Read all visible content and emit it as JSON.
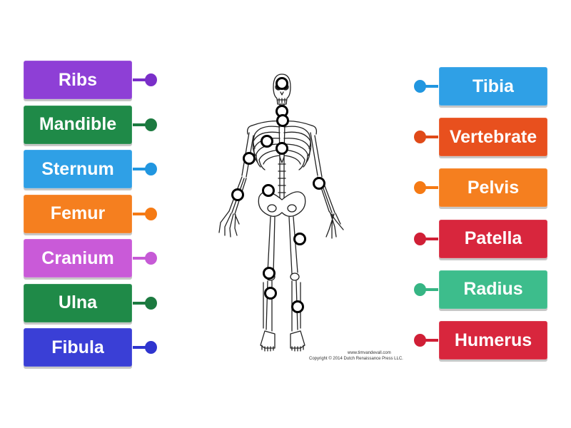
{
  "left_labels": [
    {
      "text": "Ribs",
      "color": "#8e3fd6",
      "pin_color": "#7a2fc9"
    },
    {
      "text": "Mandible",
      "color": "#1f8a48",
      "pin_color": "#1c7a40"
    },
    {
      "text": "Sternum",
      "color": "#2fa0e6",
      "pin_color": "#2196e0"
    },
    {
      "text": "Femur",
      "color": "#f57f1f",
      "pin_color": "#f57a14"
    },
    {
      "text": "Cranium",
      "color": "#c95ad8",
      "pin_color": "#c65ad6"
    },
    {
      "text": "Ulna",
      "color": "#1f8a48",
      "pin_color": "#1c7a40"
    },
    {
      "text": "Fibula",
      "color": "#3a3fd6",
      "pin_color": "#2f35cf"
    }
  ],
  "right_labels": [
    {
      "text": "Tibia",
      "color": "#2fa0e6",
      "pin_color": "#2196e0"
    },
    {
      "text": "Vertebrate",
      "color": "#e8501e",
      "pin_color": "#e04a18"
    },
    {
      "text": "Pelvis",
      "color": "#f57f1f",
      "pin_color": "#f57a14"
    },
    {
      "text": "Patella",
      "color": "#d8263d",
      "pin_color": "#d01f36"
    },
    {
      "text": "Radius",
      "color": "#3dbd8c",
      "pin_color": "#36b584"
    },
    {
      "text": "Humerus",
      "color": "#d8263d",
      "pin_color": "#d01f36"
    }
  ],
  "credit": {
    "site": "www.timvandevall.com",
    "copyright": "Copyright © 2014 Dutch Renaissance Press LLC."
  }
}
